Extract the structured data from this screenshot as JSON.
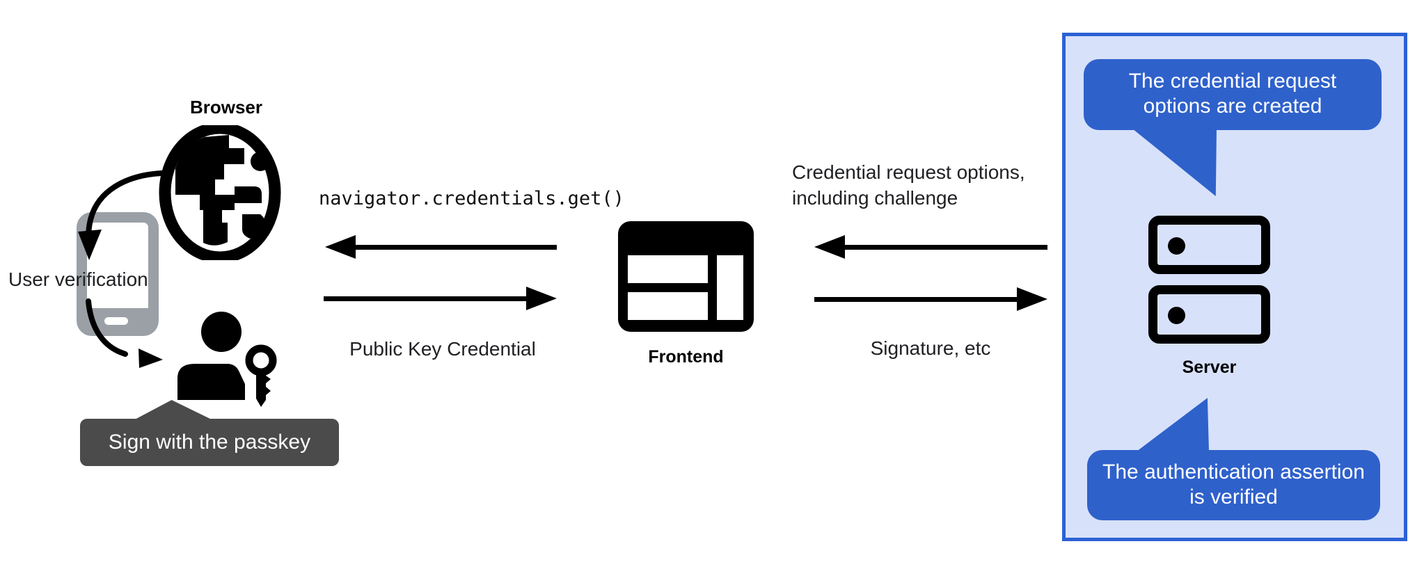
{
  "colors": {
    "background": "#ffffff",
    "ink": "#000000",
    "text": "#202124",
    "bubble_blue": "#2f61cb",
    "panel_border": "#2b61d5",
    "panel_bg": "#d7e1fa",
    "phone_gray": "#9aa0a6",
    "tooltip_bg": "#4b4b4b",
    "tooltip_text": "#ffffff"
  },
  "browser": {
    "label": "Browser",
    "user_verification": "User verification",
    "tooltip": "Sign with the passkey",
    "icons": {
      "globe": "globe-icon",
      "phone": "smartphone-icon",
      "user_key": "user-with-key-icon"
    }
  },
  "frontend": {
    "label": "Frontend",
    "icon": "browser-window-icon"
  },
  "flows": {
    "api_call": "navigator.credentials.get()",
    "public_key_credential": "Public Key Credential",
    "credential_request_line1": "Credential request options,",
    "credential_request_line2": "including challenge",
    "signature": "Signature, etc"
  },
  "server_panel": {
    "label": "Server",
    "icon": "server-icon",
    "top_bubble": "The credential request options are created",
    "bottom_bubble": "The authentication assertion is verified"
  }
}
